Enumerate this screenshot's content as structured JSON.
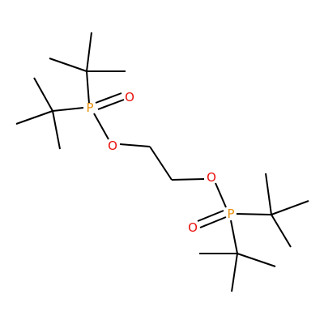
{
  "molecule": {
    "colors": {
      "bond": "#000000",
      "phosphorus": "#E8910B",
      "oxygen": "#E8100B",
      "background": "#ffffff"
    },
    "atoms": {
      "p1": "P",
      "o1_double": "O",
      "o1_ester": "O",
      "o2_ester": "O",
      "p2": "P",
      "o2_double": "O"
    }
  }
}
